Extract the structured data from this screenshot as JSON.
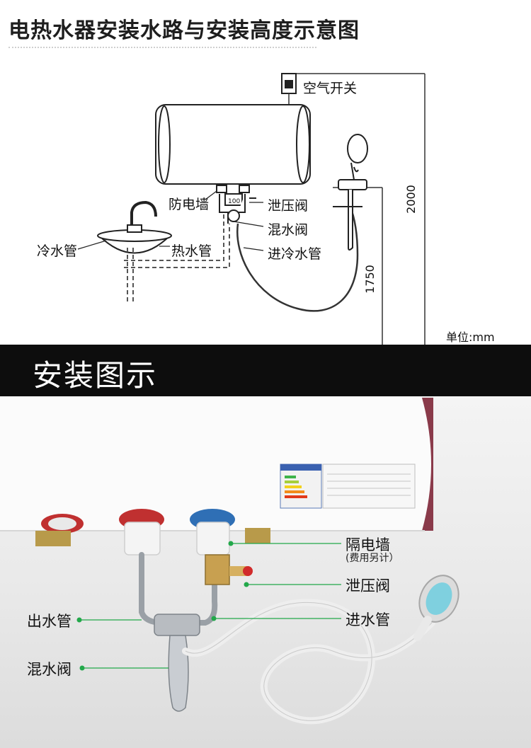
{
  "diagram": {
    "title": "电热水器安装水路与安装高度示意图",
    "labels": {
      "air_switch": "空气开关",
      "anti_shock_wall": "防电墙",
      "relief_valve": "泄压阀",
      "mixing_valve": "混水阀",
      "cold_inlet": "进冷水管",
      "cold_pipe": "冷水管",
      "hot_pipe": "热水管",
      "gauge_label": "100"
    },
    "dimensions": {
      "height_total": "2000",
      "height_heater": "1750",
      "unit": "单位:mm"
    }
  },
  "section_title": "安装图示",
  "photo": {
    "labels": {
      "isolation_wall": "隔电墙",
      "isolation_note": "(费用另计）",
      "relief_valve": "泄压阀",
      "inlet_pipe": "进水管",
      "outlet_pipe": "出水管",
      "mixing_valve": "混水阀"
    },
    "marker_color": "#22a84a"
  }
}
